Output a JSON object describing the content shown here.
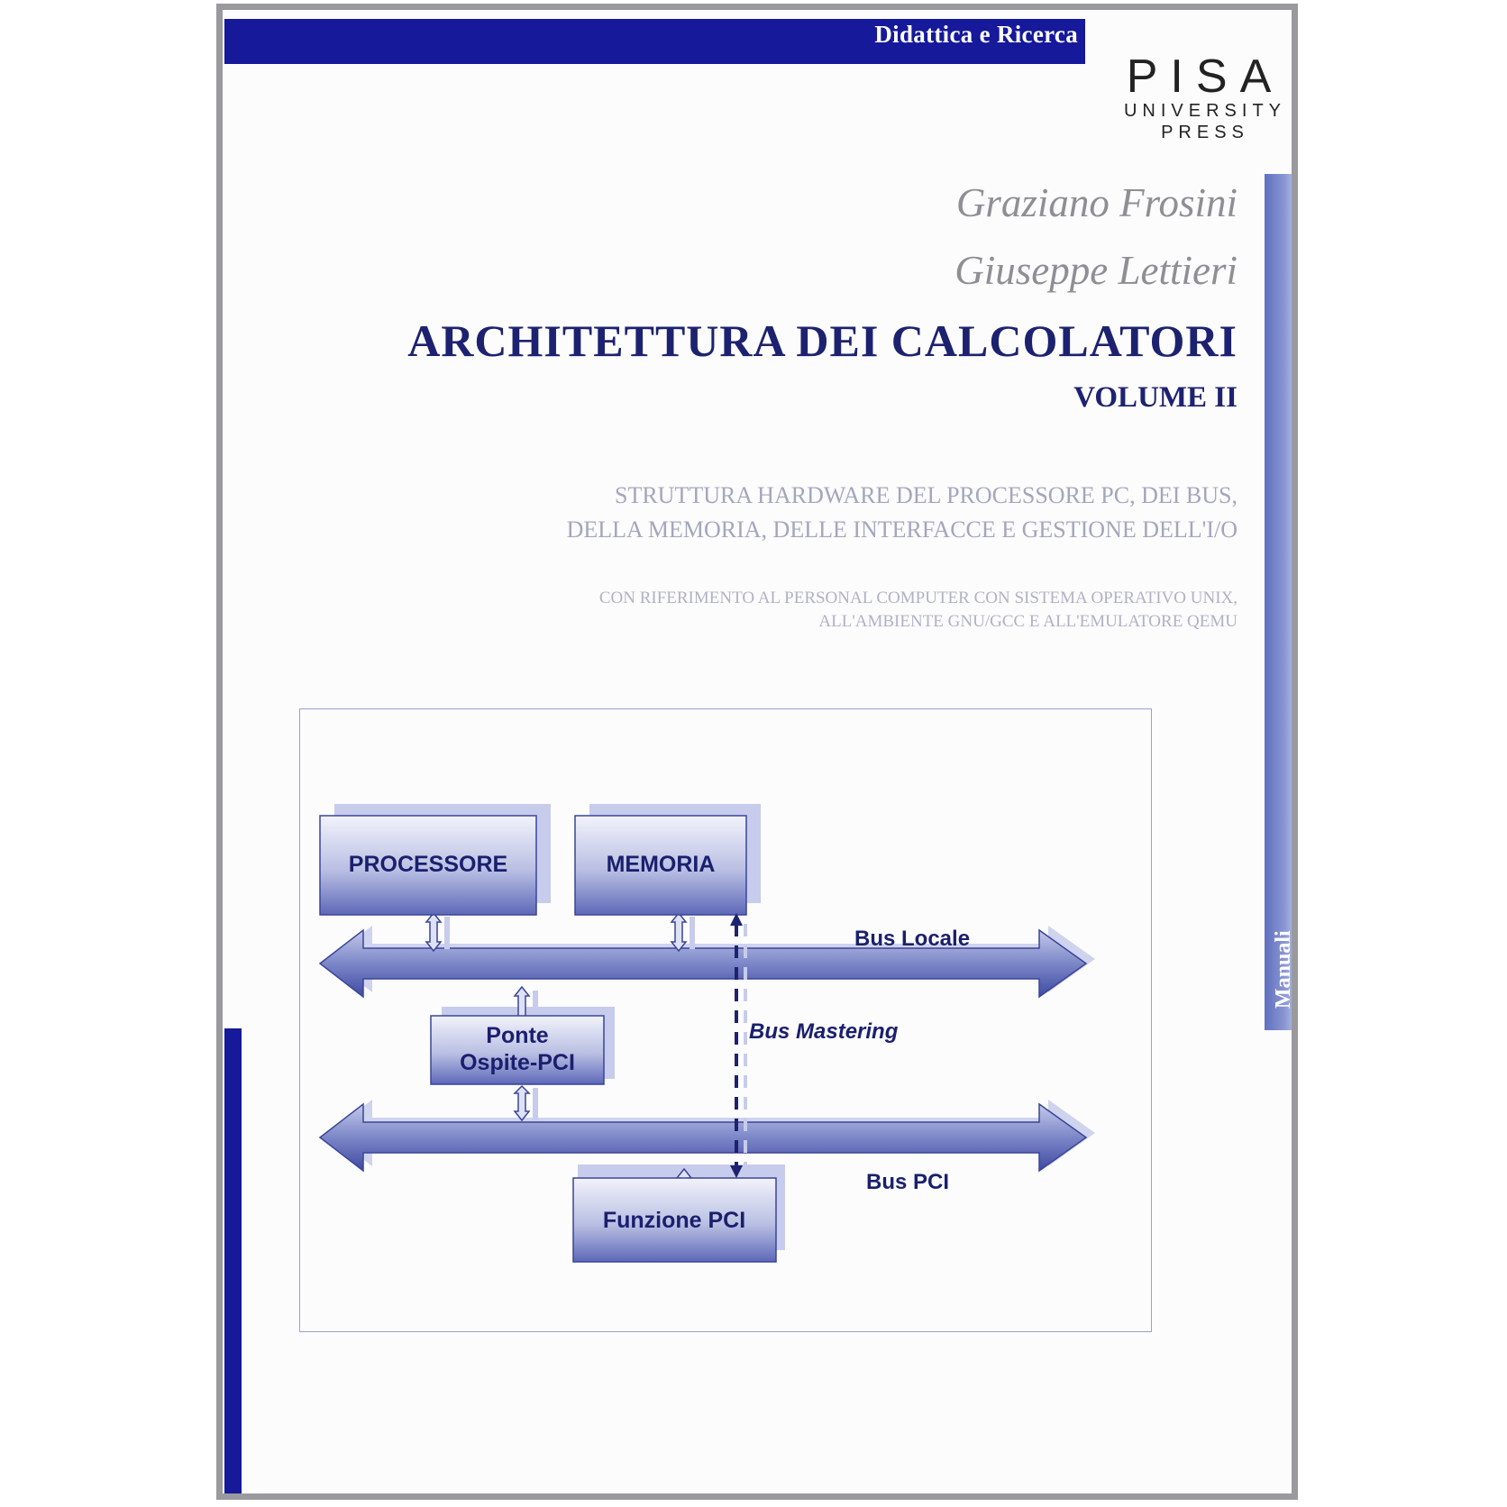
{
  "series": "Didattica e Ricerca",
  "publisher": {
    "name": "PISA",
    "line1": "UNIVERSITY",
    "line2": "PRESS"
  },
  "spine_label": "Manuali",
  "authors": [
    "Graziano Frosini",
    "Giuseppe Lettieri"
  ],
  "title": "ARCHITETTURA DEI CALCOLATORI",
  "volume": "VOLUME II",
  "subtitle_lines": [
    "STRUTTURA HARDWARE DEL PROCESSORE PC, DEI BUS,",
    "DELLA MEMORIA, DELLE INTERFACCE E GESTIONE DELL'I/O"
  ],
  "note_lines": [
    "CON RIFERIMENTO AL PERSONAL COMPUTER CON SISTEMA OPERATIVO UNIX,",
    "ALL'AMBIENTE GNU/GCC E ALL'EMULATORE QEMU"
  ],
  "diagram": {
    "processore": "PROCESSORE",
    "memoria": "MEMORIA",
    "ponte_line1": "Ponte",
    "ponte_line2": "Ospite-PCI",
    "funzione": "Funzione PCI",
    "bus_locale": "Bus Locale",
    "bus_mastering": "Bus Mastering",
    "bus_pci": "Bus PCI"
  },
  "colors": {
    "brand_blue": "#15199a",
    "title_blue": "#1d2270",
    "diagram_blue": "#4a55a8"
  }
}
